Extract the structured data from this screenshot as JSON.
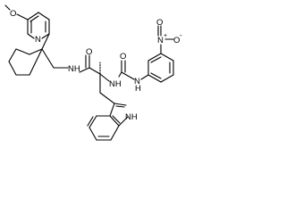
{
  "colors": {
    "background": "#ffffff",
    "ink": "#000000"
  },
  "atom_labels": {
    "methoxy_o": "O",
    "pyridine_n": "N",
    "amide_nh": "NH",
    "amide_o": "O",
    "methyl_label": "",
    "urea_nh_left": "NH",
    "urea_o": "O",
    "urea_nh_right": "N",
    "urea_h": "H",
    "nitro_n": "N",
    "nitro_plus": "+",
    "nitro_o_top": "O",
    "nitro_o_right": "O",
    "nitro_minus": "-",
    "indole_nh": "NH"
  }
}
